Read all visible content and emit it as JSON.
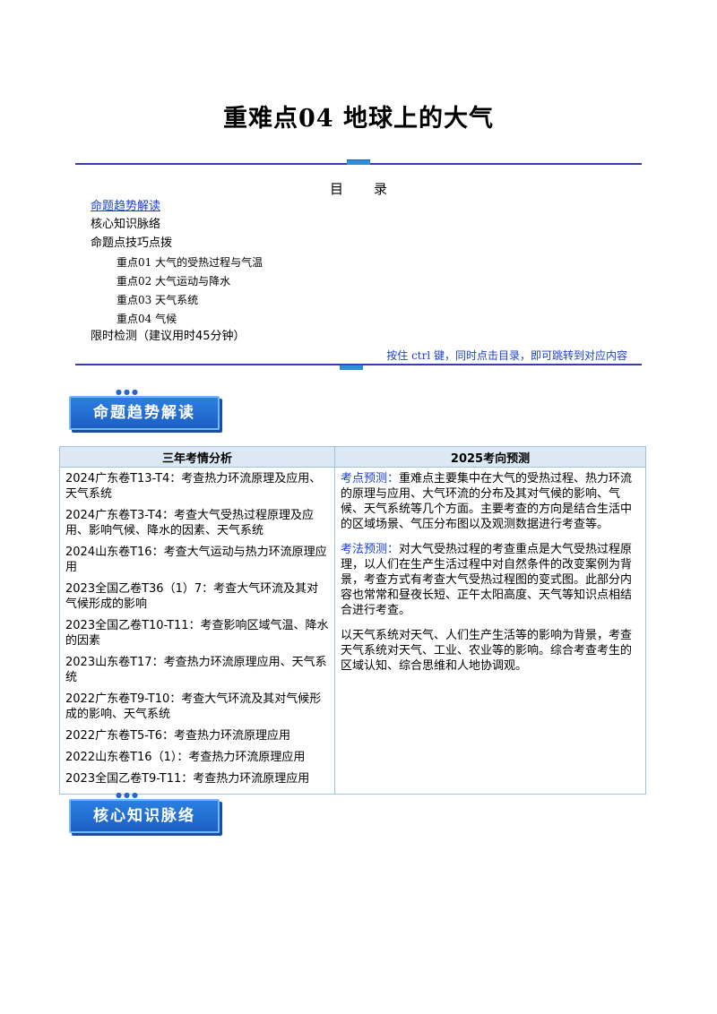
{
  "document": {
    "title": "重难点04  地球上的大气"
  },
  "toc": {
    "heading_chars": [
      "目",
      "录"
    ],
    "items": [
      {
        "label": "命题趋势解读",
        "link": true
      },
      {
        "label": "核心知识脉络",
        "link": false
      },
      {
        "label": "命题点技巧点拨",
        "link": false
      }
    ],
    "sub_items": [
      {
        "label": "重点01 大气的受热过程与气温"
      },
      {
        "label": "重点02 大气运动与降水"
      },
      {
        "label": "重点03 天气系统"
      },
      {
        "label": "重点04 气候"
      }
    ],
    "last_item": {
      "label": "限时检测（建议用时45分钟）"
    },
    "ctrl_hint": "按住 ctrl 键，同时点击目录，即可跳转到对应内容"
  },
  "sections": {
    "trend": {
      "label": "命题趋势解读"
    },
    "knowledge": {
      "label": "核心知识脉络"
    }
  },
  "analysis_table": {
    "headers": [
      "三年考情分析",
      "2025考向预测"
    ],
    "exam_items": [
      "2024广东卷T13-T4：考查热力环流原理及应用、天气系统",
      "2024广东卷T3-T4：考查大气受热过程原理及应用、影响气候、降水的因素、天气系统",
      "2024山东卷T16：考查大气运动与热力环流原理应用",
      "2023全国乙卷T36（1）7：考查大气环流及其对气候形成的影响",
      "2023全国乙卷T10-T11：考查影响区域气温、降水的因素",
      "2023山东卷T17：考查热力环流原理应用、天气系统",
      "2022广东卷T9-T10：考查大气环流及其对气候形成的影响、天气系统",
      "2022广东卷T5-T6：考查热力环流原理应用",
      "2022山东卷T16（1）：考查热力环流原理应用",
      "2023全国乙卷T9-T11：考查热力环流原理应用"
    ],
    "predictions": [
      {
        "label": "考点预测：",
        "text": "重难点主要集中在大气的受热过程、热力环流的原理与应用、大气环流的分布及其对气候的影响、气候、天气系统等几个方面。主要考查的方向是结合生活中的区域场景、气压分布图以及观测数据进行考查等。"
      },
      {
        "label": "考法预测：",
        "text": "对大气受热过程的考查重点是大气受热过程原理，以人们在生产生活过程中对自然条件的改变案例为背景，考查方式有考查大气受热过程图的变式图。此部分内容也常常和昼夜长短、正午太阳高度、天气等知识点相结合进行考查。"
      },
      {
        "label": "",
        "text": "以天气系统对天气、人们生产生活等的影响为背景，考查天气系统对天气、工业、农业等的影响。综合考查考生的区域认知、综合思维和人地协调观。"
      }
    ]
  },
  "colors": {
    "accent_blue": "#1a3fcf",
    "rule": "#3a3ab8",
    "badge": "#1d5fc4",
    "table_header": "#dce9f5",
    "table_border": "#9ec3e6"
  }
}
